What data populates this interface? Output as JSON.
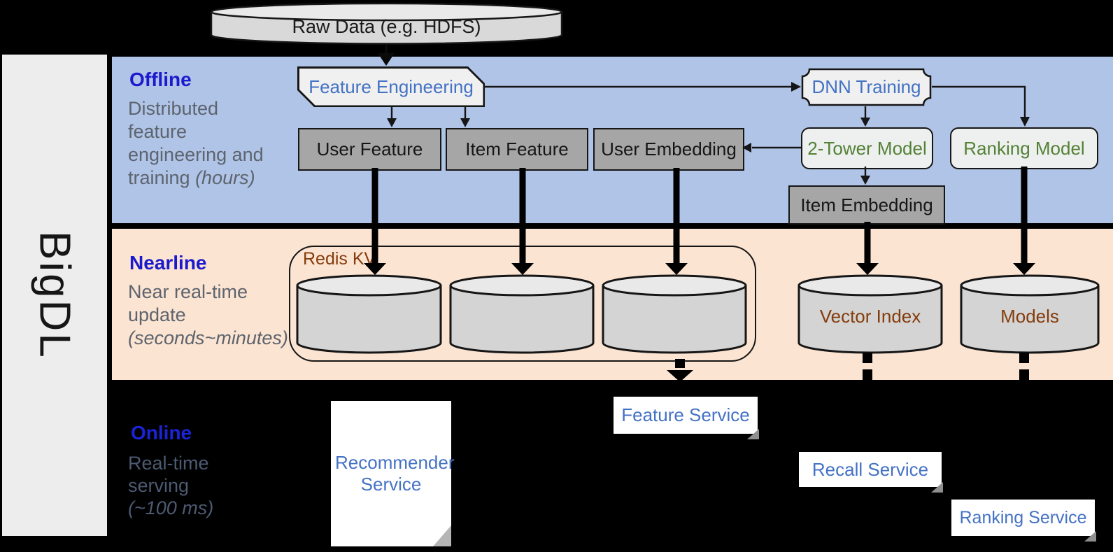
{
  "sidebar": {
    "label": "BigDL"
  },
  "sections": {
    "offline": {
      "title": "Offline",
      "desc": "Distributed feature engineering and training ",
      "note": "(hours)"
    },
    "nearline": {
      "title": "Nearline",
      "desc": "Near real-time update ",
      "note": "(seconds~minutes)"
    },
    "online": {
      "title": "Online",
      "desc": "Real-time serving ",
      "note": "(~100 ms)"
    }
  },
  "nodes": {
    "raw_data": "Raw Data (e.g. HDFS)",
    "feature_engineering": "Feature Engineering",
    "dnn_training": "DNN Training",
    "user_feature": "User Feature",
    "item_feature": "Item Feature",
    "user_embedding": "User Embedding",
    "two_tower_model": "2-Tower Model",
    "ranking_model": "Ranking Model",
    "item_embedding": "Item Embedding",
    "redis_kv": "Redis KV",
    "vector_index": "Vector Index",
    "models": "Models",
    "recommender_service": "Recommender Service",
    "feature_service": "Feature Service",
    "recall_service": "Recall Service",
    "ranking_service": "Ranking Service"
  },
  "colors": {
    "section_title_blue": "#1b1bce",
    "description_gray": "#5d646e",
    "node_label_blue": "#4472c4",
    "node_label_green": "#538135",
    "storage_label_brown": "#843c0c",
    "offline_band": "#b0c4e7",
    "nearline_band": "#fce4d2",
    "gray_box": "#a6a6a6",
    "light_shape": "#f0f0f0",
    "cylinder_fill": "#d4d4d4",
    "background": "#000000",
    "sidebar_gray": "#ededed"
  }
}
